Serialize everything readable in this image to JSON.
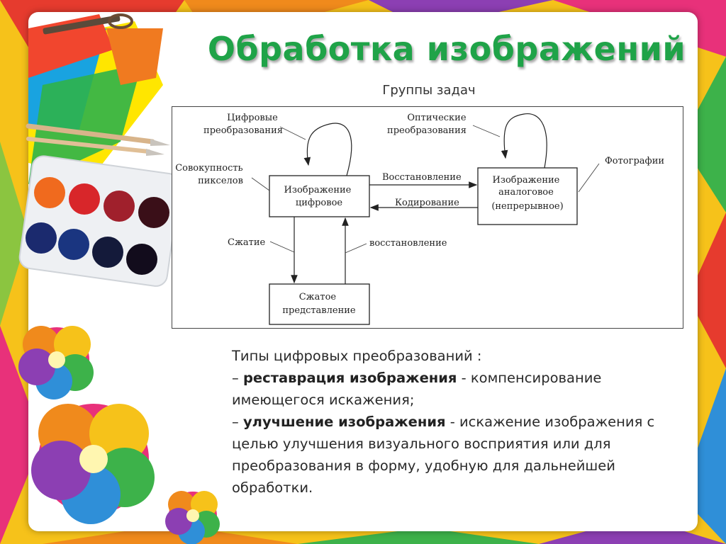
{
  "slide": {
    "title": "Обработка изображений",
    "subtitle": "Группы задач"
  },
  "diagram": {
    "nodes": {
      "digital": [
        "Изображение",
        "цифровое"
      ],
      "analog": [
        "Изображение",
        "аналоговое",
        "(непрерывное)"
      ],
      "compressed": [
        "Сжатое",
        "представление"
      ]
    },
    "labels": {
      "digital_transforms": [
        "Цифровые",
        "преобразования"
      ],
      "optical_transforms": [
        "Оптические",
        "преобразования"
      ],
      "pixel_set": [
        "Совокупность",
        "пикселов"
      ],
      "photographs": "Фотографии",
      "restoration_right": "Восстановление",
      "encoding": "Кодирование",
      "compression": "Сжатие",
      "restoration_up": "восстановление"
    }
  },
  "body": {
    "intro": "Типы цифровых преобразований :",
    "item1_dash": "– ",
    "item1_term": "реставрация изображения",
    "item1_desc": "  - компенсирование имеющегося искажения;",
    "item2_dash": "– ",
    "item2_term": "улучшение изображения",
    "item2_desc": "   -  искажение изображения с целью улучшения визуального восприятия или для преобразования в форму, удобную для дальнейшей обработки."
  },
  "colors": {
    "title": "#1fa348",
    "accent_green": "#1fa348"
  }
}
